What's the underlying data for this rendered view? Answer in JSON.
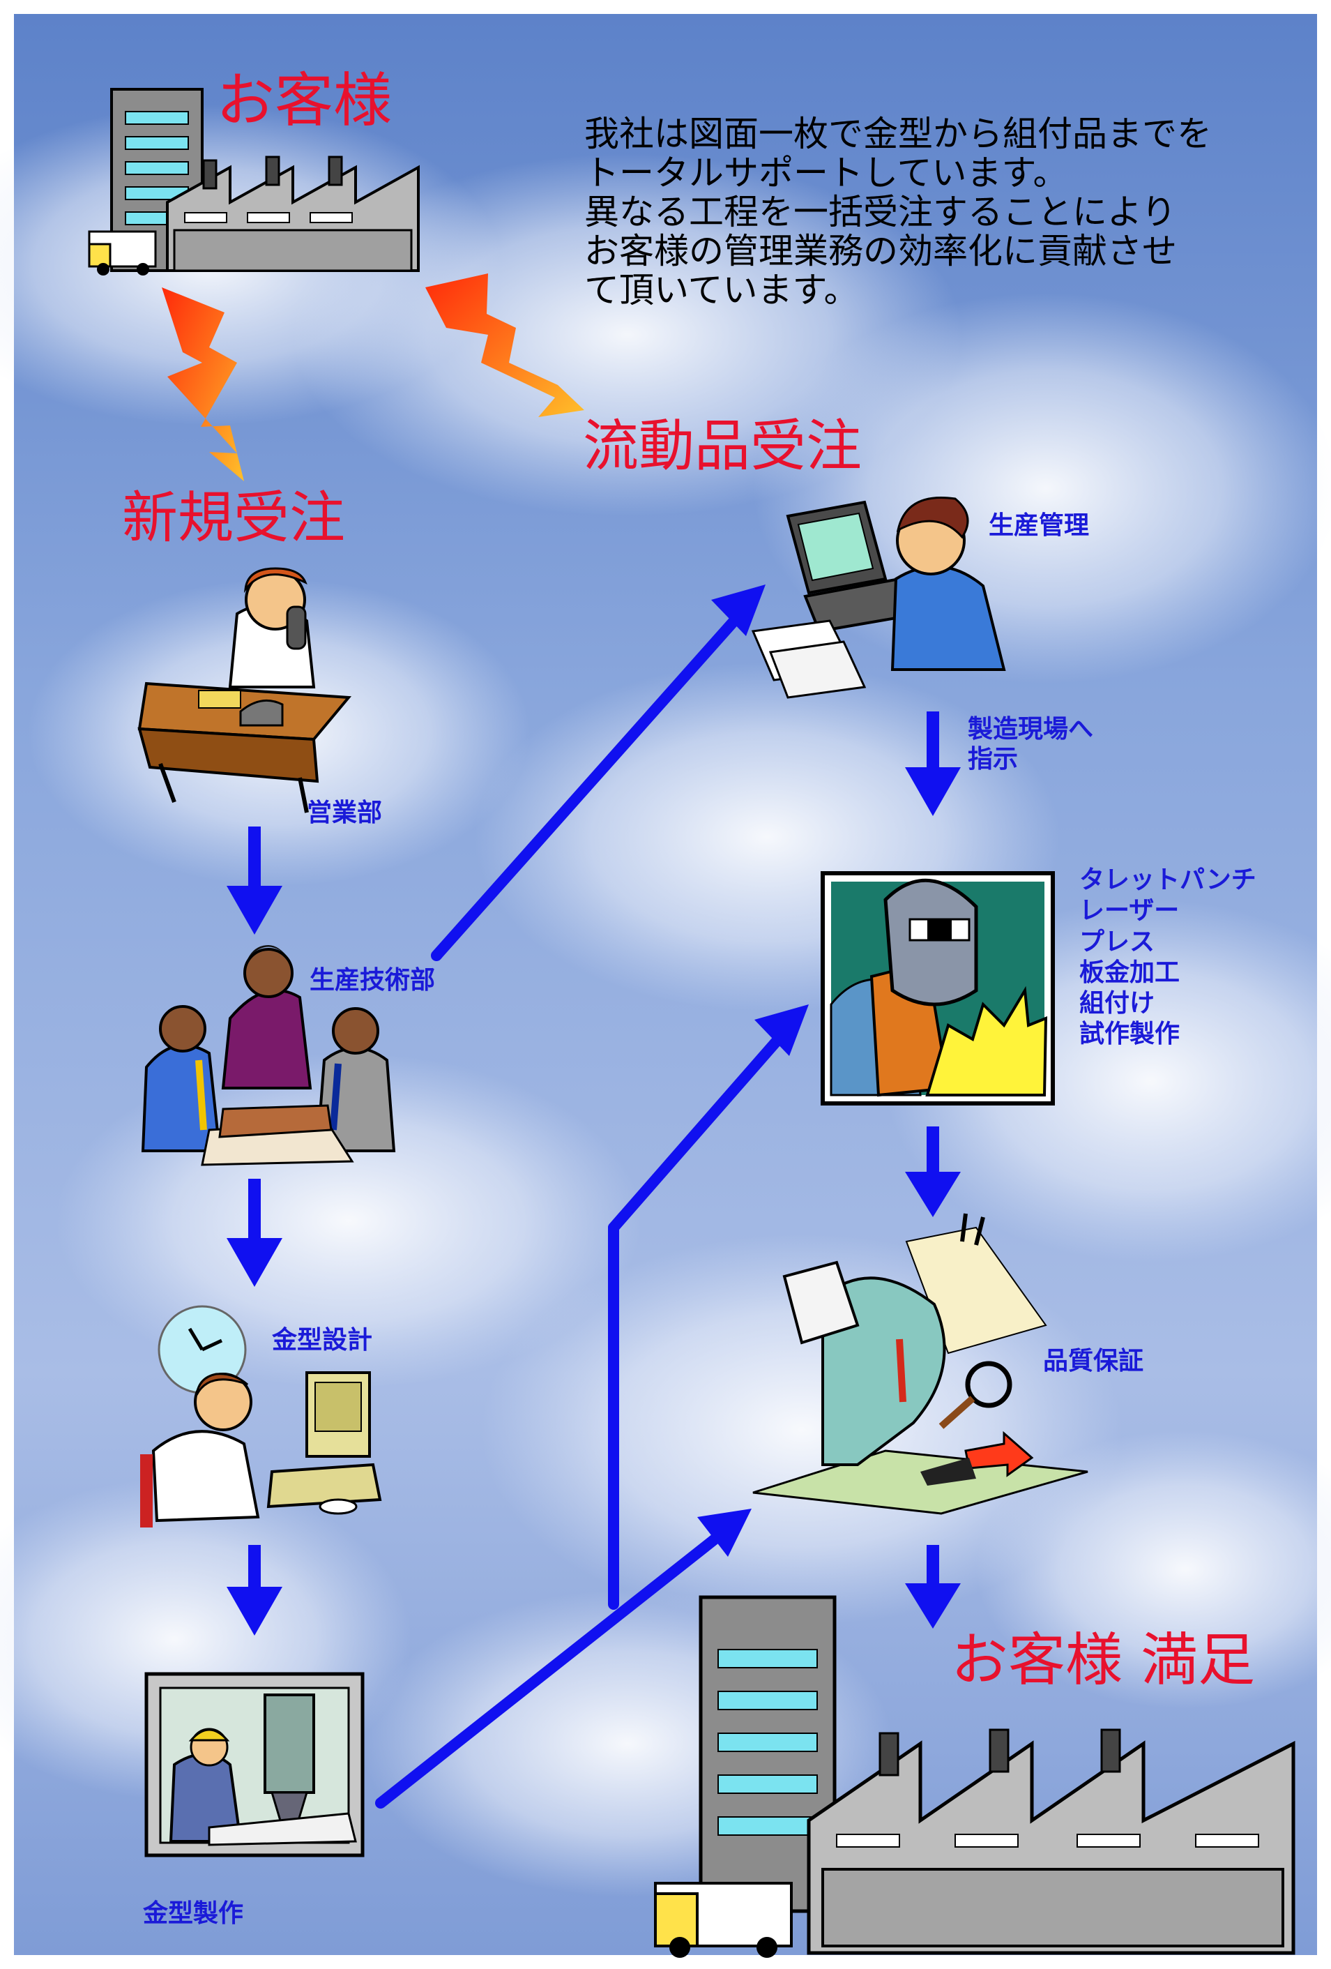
{
  "headings": {
    "customer": "お客様",
    "new_order": "新規受注",
    "repeat_order": "流動品受注",
    "customer_satisfied": "お客様 満足"
  },
  "intro_lines": [
    "我社は図面一枚で金型から組付品までを",
    "トータルサポートしています。",
    "異なる工程を一括受注することにより",
    "お客様の管理業務の効率化に貢献させ",
    "て頂いています。"
  ],
  "labels": {
    "sales": "営業部",
    "production_engineering": "生産技術部",
    "mold_design": "金型設計",
    "mold_making": "金型製作",
    "production_control": "生産管理",
    "instruct_line1": "製造現場へ",
    "instruct_line2": "指示",
    "processes": [
      "タレットパンチ",
      "レーザー",
      "プレス",
      "板金加工",
      "組付け",
      "試作製作"
    ],
    "quality_assurance": "品質保証"
  },
  "colors": {
    "heading": "#e8112d",
    "label": "#1a1ad8",
    "flow_arrow": "#1010f0",
    "lightning": "#ff5a12",
    "sky": "#7f9fd8"
  }
}
